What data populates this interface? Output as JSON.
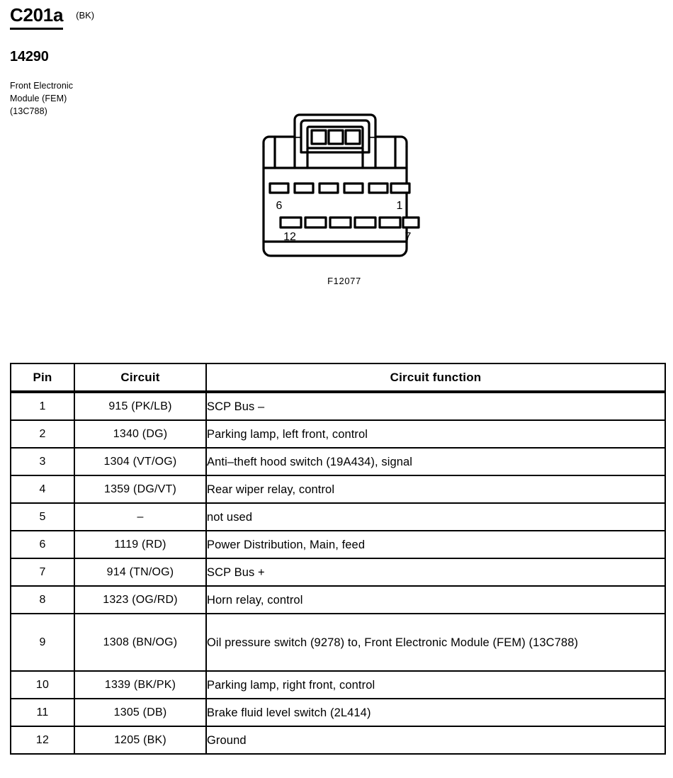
{
  "header": {
    "connector_id": "C201a",
    "color_code": "(BK)",
    "part_number": "14290",
    "description_lines": [
      "Front Electronic",
      "Module (FEM)",
      "(13C788)"
    ]
  },
  "figure": {
    "code": "F12077",
    "pin_labels": {
      "top_left": "6",
      "top_right": "1",
      "bottom_left": "12",
      "bottom_right": "7"
    },
    "top_row_cavities": 6,
    "bottom_row_cavities": 6,
    "stroke_color": "#000000",
    "fill_color": "#ffffff"
  },
  "table": {
    "headers": [
      "Pin",
      "Circuit",
      "Circuit function"
    ],
    "rows": [
      {
        "pin": "1",
        "circuit": "915 (PK/LB)",
        "function": "SCP Bus –"
      },
      {
        "pin": "2",
        "circuit": "1340 (DG)",
        "function": "Parking lamp, left front, control"
      },
      {
        "pin": "3",
        "circuit": "1304 (VT/OG)",
        "function": "Anti–theft hood switch (19A434), signal"
      },
      {
        "pin": "4",
        "circuit": "1359 (DG/VT)",
        "function": "Rear wiper relay, control"
      },
      {
        "pin": "5",
        "circuit": "–",
        "function": "not used"
      },
      {
        "pin": "6",
        "circuit": "1119 (RD)",
        "function": "Power Distribution, Main, feed"
      },
      {
        "pin": "7",
        "circuit": "914 (TN/OG)",
        "function": "SCP Bus +"
      },
      {
        "pin": "8",
        "circuit": "1323 (OG/RD)",
        "function": "Horn relay, control"
      },
      {
        "pin": "9",
        "circuit": "1308 (BN/OG)",
        "function": "Oil pressure switch (9278) to, Front Electronic Module (FEM) (13C788)",
        "tall": true
      },
      {
        "pin": "10",
        "circuit": "1339 (BK/PK)",
        "function": "Parking lamp, right front, control"
      },
      {
        "pin": "11",
        "circuit": "1305 (DB)",
        "function": "Brake fluid level switch (2L414)"
      },
      {
        "pin": "12",
        "circuit": "1205 (BK)",
        "function": "Ground"
      }
    ]
  }
}
